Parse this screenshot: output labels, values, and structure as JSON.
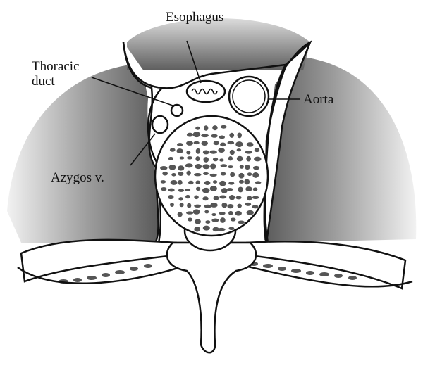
{
  "labels": {
    "esophagus": "Esophagus",
    "thoracic_duct": "Thoracic\nduct",
    "aorta": "Aorta",
    "azygos": "Azygos v."
  },
  "colors": {
    "lung_dark": "#6e6e6e",
    "lung_light": "#f4f4f4",
    "stroke": "#111111",
    "bone_spot": "#555555"
  }
}
